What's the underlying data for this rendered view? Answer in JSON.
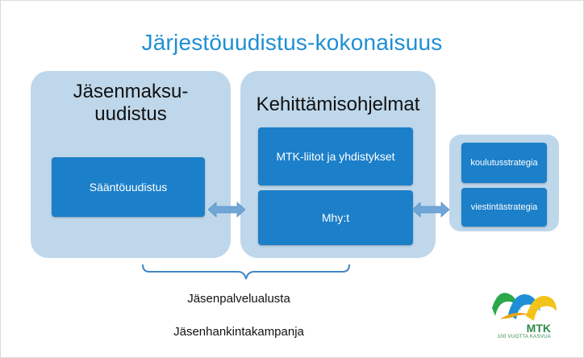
{
  "title": "Järjestöuudistus-kokonaisuus",
  "left_panel": {
    "heading_line1": "Jäsenmaksu-",
    "heading_line2": "uudistus",
    "box": "Sääntöuudistus"
  },
  "middle_panel": {
    "heading": "Kehittämisohjelmat",
    "box_top": "MTK-liitot ja yhdistykset",
    "box_bottom": "Mhy:t"
  },
  "right_panel": {
    "box_top": "koulutusstrategia",
    "box_bottom": "viestintästrategia"
  },
  "bottom": {
    "line1": "Jäsenpalvelualusta",
    "line2": "Jäsenhankintakampanja"
  },
  "logo": {
    "name": "MTK",
    "tagline": "100 VUOTTA KASVUA"
  },
  "colors": {
    "title": "#1f8fd2",
    "panel": "#bfd7ea",
    "box": "#1c7fc9",
    "arrow": "#6fa6d6",
    "brace": "#3f86c6"
  }
}
